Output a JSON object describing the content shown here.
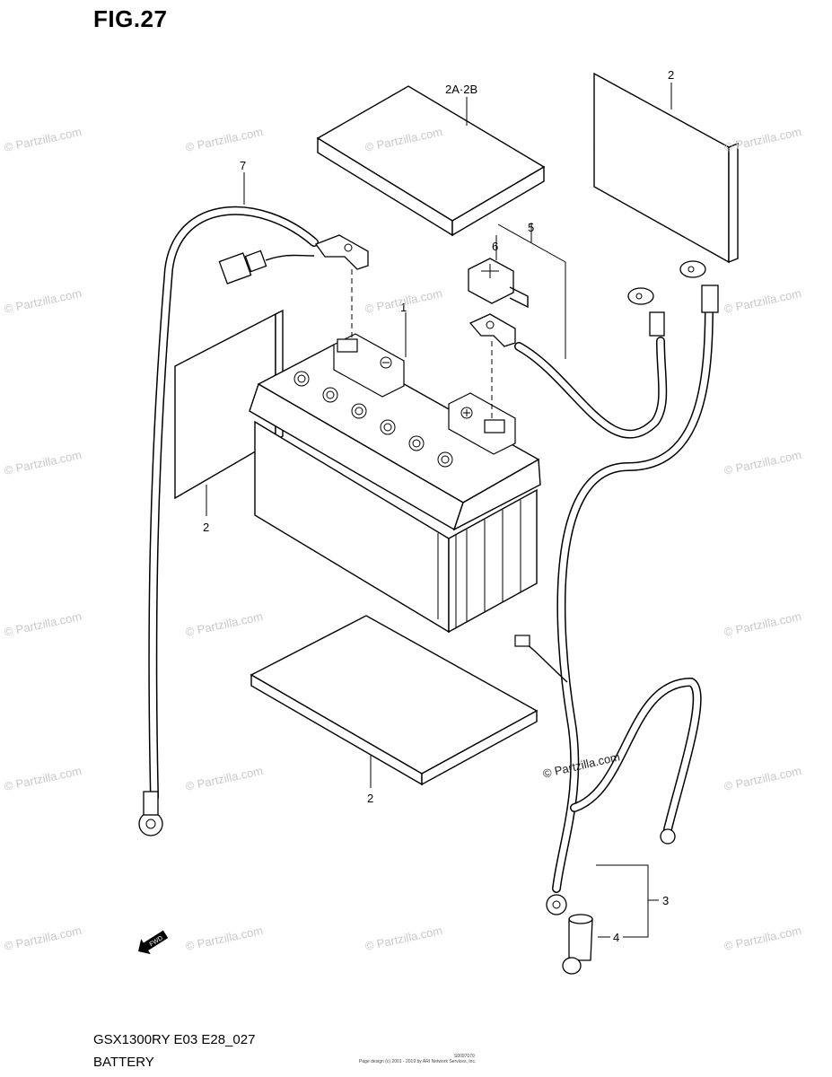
{
  "figure": {
    "title": "FIG.27",
    "model_code": "GSX1300RY E03 E28_027",
    "name": "BATTERY",
    "credit_small": "Page design (c) 2001 - 2019 by ARI Network Services, Inc.",
    "credit_code": "S0097079"
  },
  "callouts": [
    {
      "id": "1",
      "text": "1"
    },
    {
      "id": "2a2b",
      "text": "2A·2B"
    },
    {
      "id": "2-top-right",
      "text": "2"
    },
    {
      "id": "2-left",
      "text": "2"
    },
    {
      "id": "2-bottom",
      "text": "2"
    },
    {
      "id": "3",
      "text": "3"
    },
    {
      "id": "4",
      "text": "4"
    },
    {
      "id": "5",
      "text": "5"
    },
    {
      "id": "6",
      "text": "6"
    },
    {
      "id": "7",
      "text": "7"
    }
  ],
  "fwd_badge": "FWD",
  "watermark": "© Partzilla.com"
}
